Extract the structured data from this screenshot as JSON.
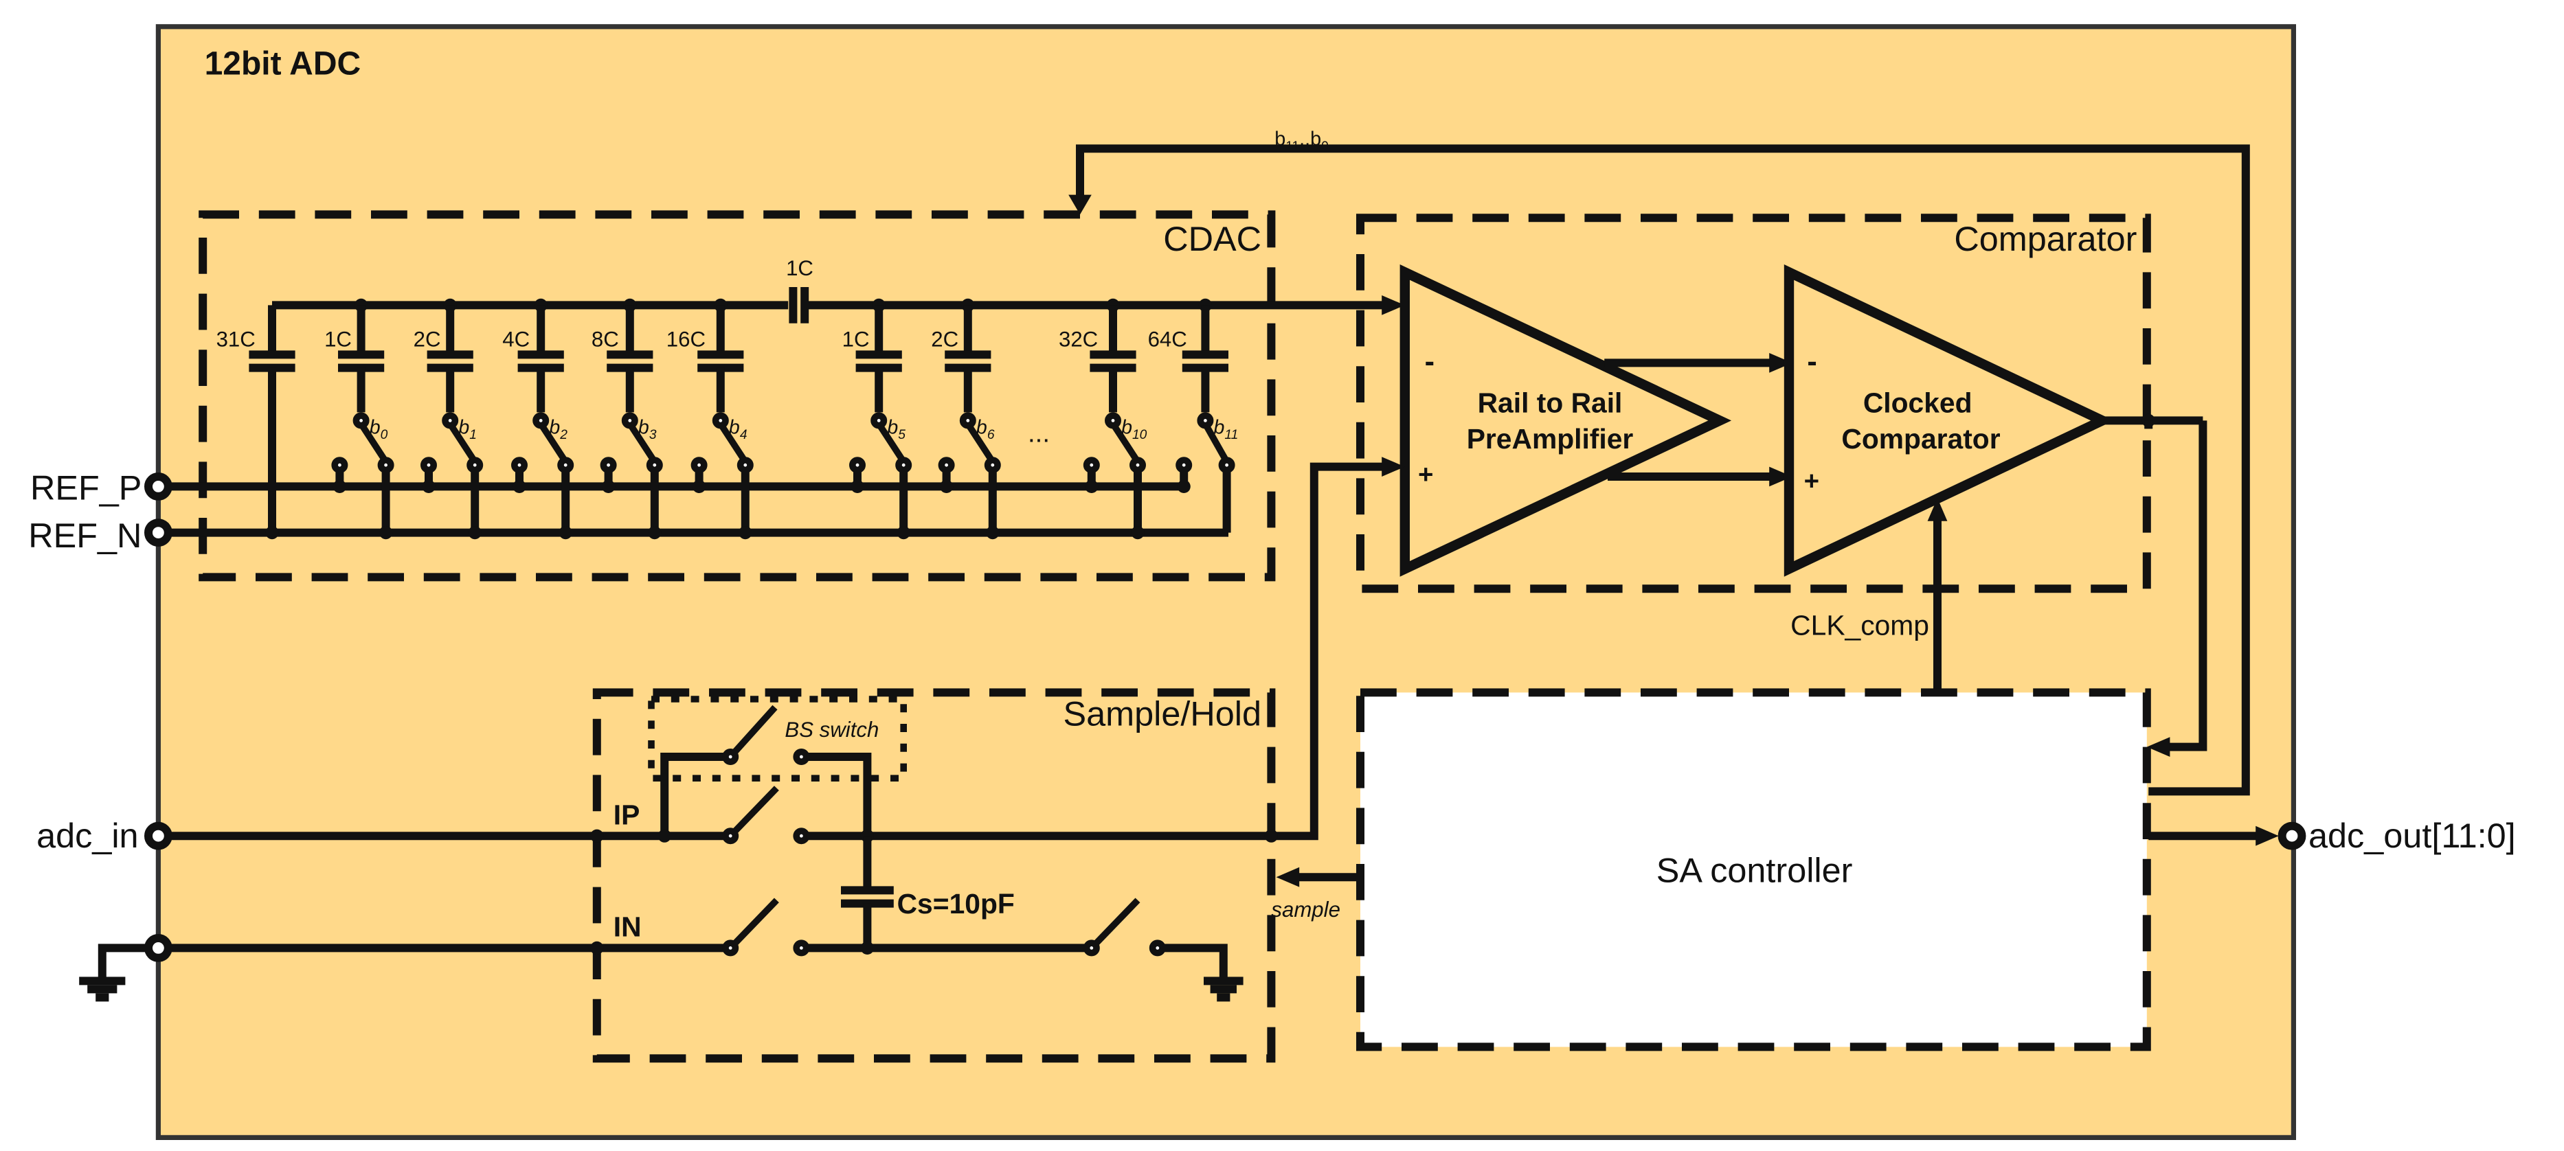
{
  "colors": {
    "panel": "#ffd98a",
    "panel_border": "#333333",
    "ink": "#111111",
    "box_fill": "#ffffff"
  },
  "adc": {
    "title": "12bit ADC"
  },
  "bus_label": {
    "b": "b",
    "b_sub_hi": "11",
    "dots": "..",
    "b2": "b",
    "b_sub_lo": "0"
  },
  "cdac": {
    "title": "CDAC",
    "series_cap": "1C",
    "caps": [
      "31C",
      "1C",
      "2C",
      "4C",
      "8C",
      "16C",
      "1C",
      "2C",
      "32C",
      "64C"
    ],
    "switch_bits": [
      {
        "b": "b",
        "sub": "0"
      },
      {
        "b": "b",
        "sub": "1"
      },
      {
        "b": "b",
        "sub": "2"
      },
      {
        "b": "b",
        "sub": "3"
      },
      {
        "b": "b",
        "sub": "4"
      },
      {
        "b": "b",
        "sub": "5"
      },
      {
        "b": "b",
        "sub": "6"
      },
      {
        "b": "b",
        "sub": "10"
      },
      {
        "b": "b",
        "sub": "11"
      }
    ],
    "ellipsis": "..."
  },
  "ports": {
    "ref_p": "REF_P",
    "ref_n": "REF_N",
    "adc_in": "adc_in",
    "adc_out": "adc_out[11:0]"
  },
  "comparator": {
    "title": "Comparator",
    "preamp_line1": "Rail to Rail",
    "preamp_line2": "PreAmplifier",
    "clocked_line1": "Clocked",
    "clocked_line2": "Comparator",
    "minus": "-",
    "plus": "+",
    "clk_label": "CLK_comp"
  },
  "sample_hold": {
    "title": "Sample/Hold",
    "bs_switch": "BS switch",
    "ip": "IP",
    "in": "IN",
    "cap": "Cs=10pF",
    "sample_signal": "sample"
  },
  "sa_controller": {
    "label": "SA controller"
  }
}
